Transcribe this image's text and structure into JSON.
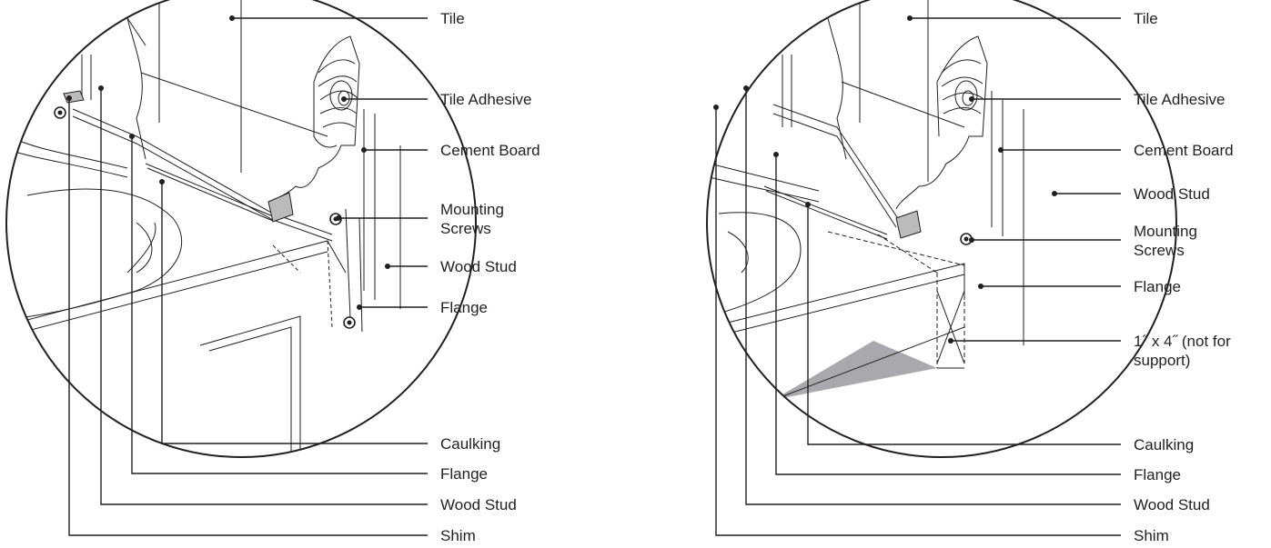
{
  "left": {
    "labels": {
      "tile": "Tile",
      "tile_adhesive": "Tile Adhesive",
      "cement_board": "Cement Board",
      "mounting_screws_1": "Mounting",
      "mounting_screws_2": "Screws",
      "wood_stud_right": "Wood Stud",
      "flange_right": "Flange",
      "caulking": "Caulking",
      "flange_bottom": "Flange",
      "wood_stud_bottom": "Wood Stud",
      "shim": "Shim"
    }
  },
  "right": {
    "labels": {
      "tile": "Tile",
      "tile_adhesive": "Tile Adhesive",
      "cement_board": "Cement Board",
      "wood_stud_right": "Wood Stud",
      "mounting_screws_1": "Mounting",
      "mounting_screws_2": "Screws",
      "flange_right": "Flange",
      "board_1": "1˝ x 4˝ (not for",
      "board_2": "support)",
      "caulking": "Caulking",
      "flange_bottom": "Flange",
      "wood_stud_bottom": "Wood Stud",
      "shim": "Shim"
    }
  }
}
